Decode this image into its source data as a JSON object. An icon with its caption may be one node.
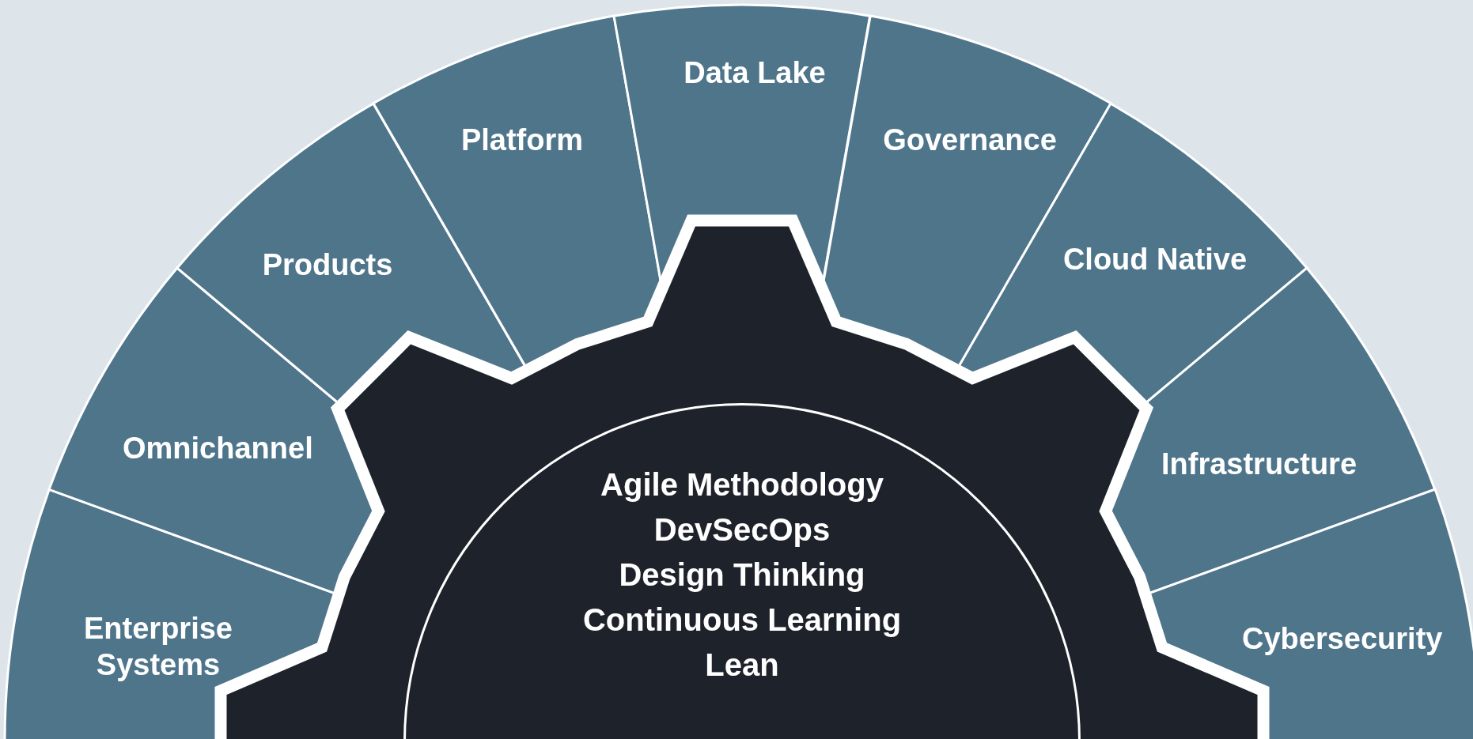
{
  "diagram": {
    "nodes": [
      {
        "text": [
          "Enterprise Systems"
        ]
      },
      {
        "text": [
          "Omnichannel"
        ]
      },
      {
        "text": [
          "Products"
        ]
      },
      {
        "text": [
          "Platform"
        ]
      },
      {
        "text": [
          "Data Lake"
        ]
      },
      {
        "text": [
          "Governance"
        ]
      },
      {
        "text": [
          "Cloud Native"
        ]
      },
      {
        "text": [
          "Infrastructure"
        ]
      },
      {
        "text": [
          "Cybersecurity"
        ]
      },
      {
        "text": [
          "Agile Methodology",
          "DevSecOps",
          "Design Thinking",
          "Continuous Learning",
          "Lean"
        ]
      }
    ]
  }
}
